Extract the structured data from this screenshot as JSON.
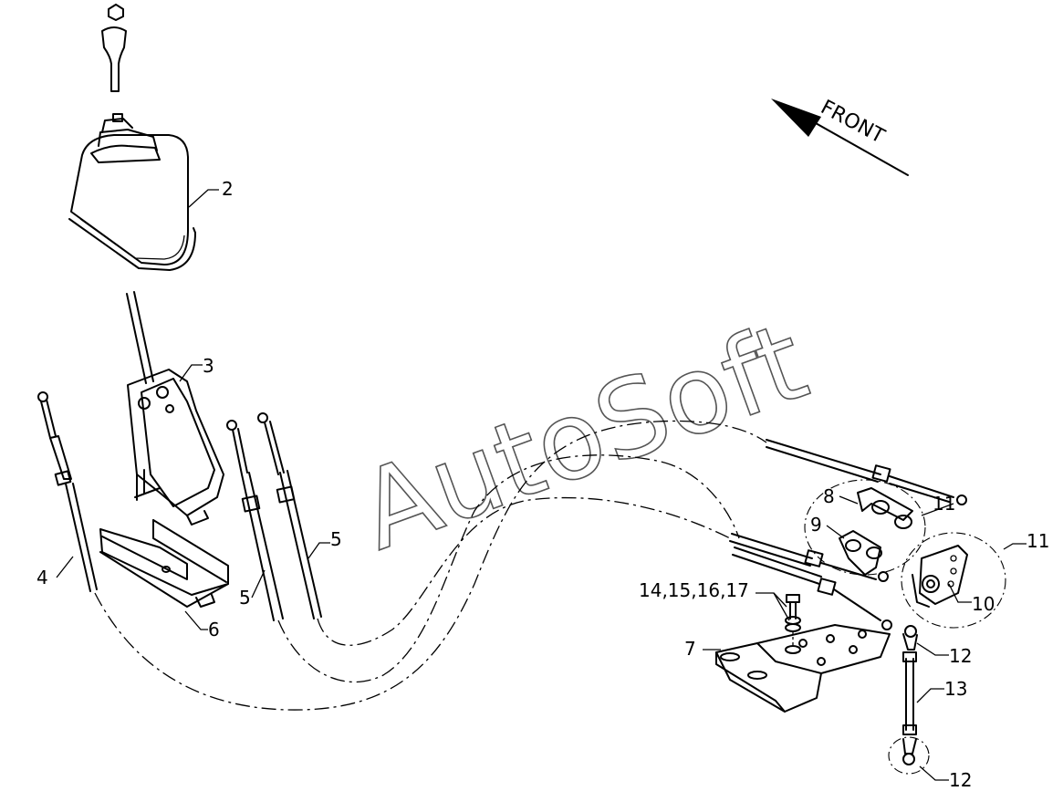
{
  "diagram": {
    "watermark": "AutoSoft",
    "direction_label": "FRONT",
    "callouts": [
      {
        "id": "c2",
        "text": "2"
      },
      {
        "id": "c3",
        "text": "3"
      },
      {
        "id": "c4",
        "text": "4"
      },
      {
        "id": "c5a",
        "text": "5"
      },
      {
        "id": "c5b",
        "text": "5"
      },
      {
        "id": "c6",
        "text": "6"
      },
      {
        "id": "c7",
        "text": "7"
      },
      {
        "id": "c8",
        "text": "8"
      },
      {
        "id": "c9",
        "text": "9"
      },
      {
        "id": "c10",
        "text": "10"
      },
      {
        "id": "c11a",
        "text": "11"
      },
      {
        "id": "c11b",
        "text": "11"
      },
      {
        "id": "c12a",
        "text": "12"
      },
      {
        "id": "c12b",
        "text": "12"
      },
      {
        "id": "c13",
        "text": "13"
      },
      {
        "id": "c14",
        "text": "14,15,16,17"
      }
    ]
  }
}
